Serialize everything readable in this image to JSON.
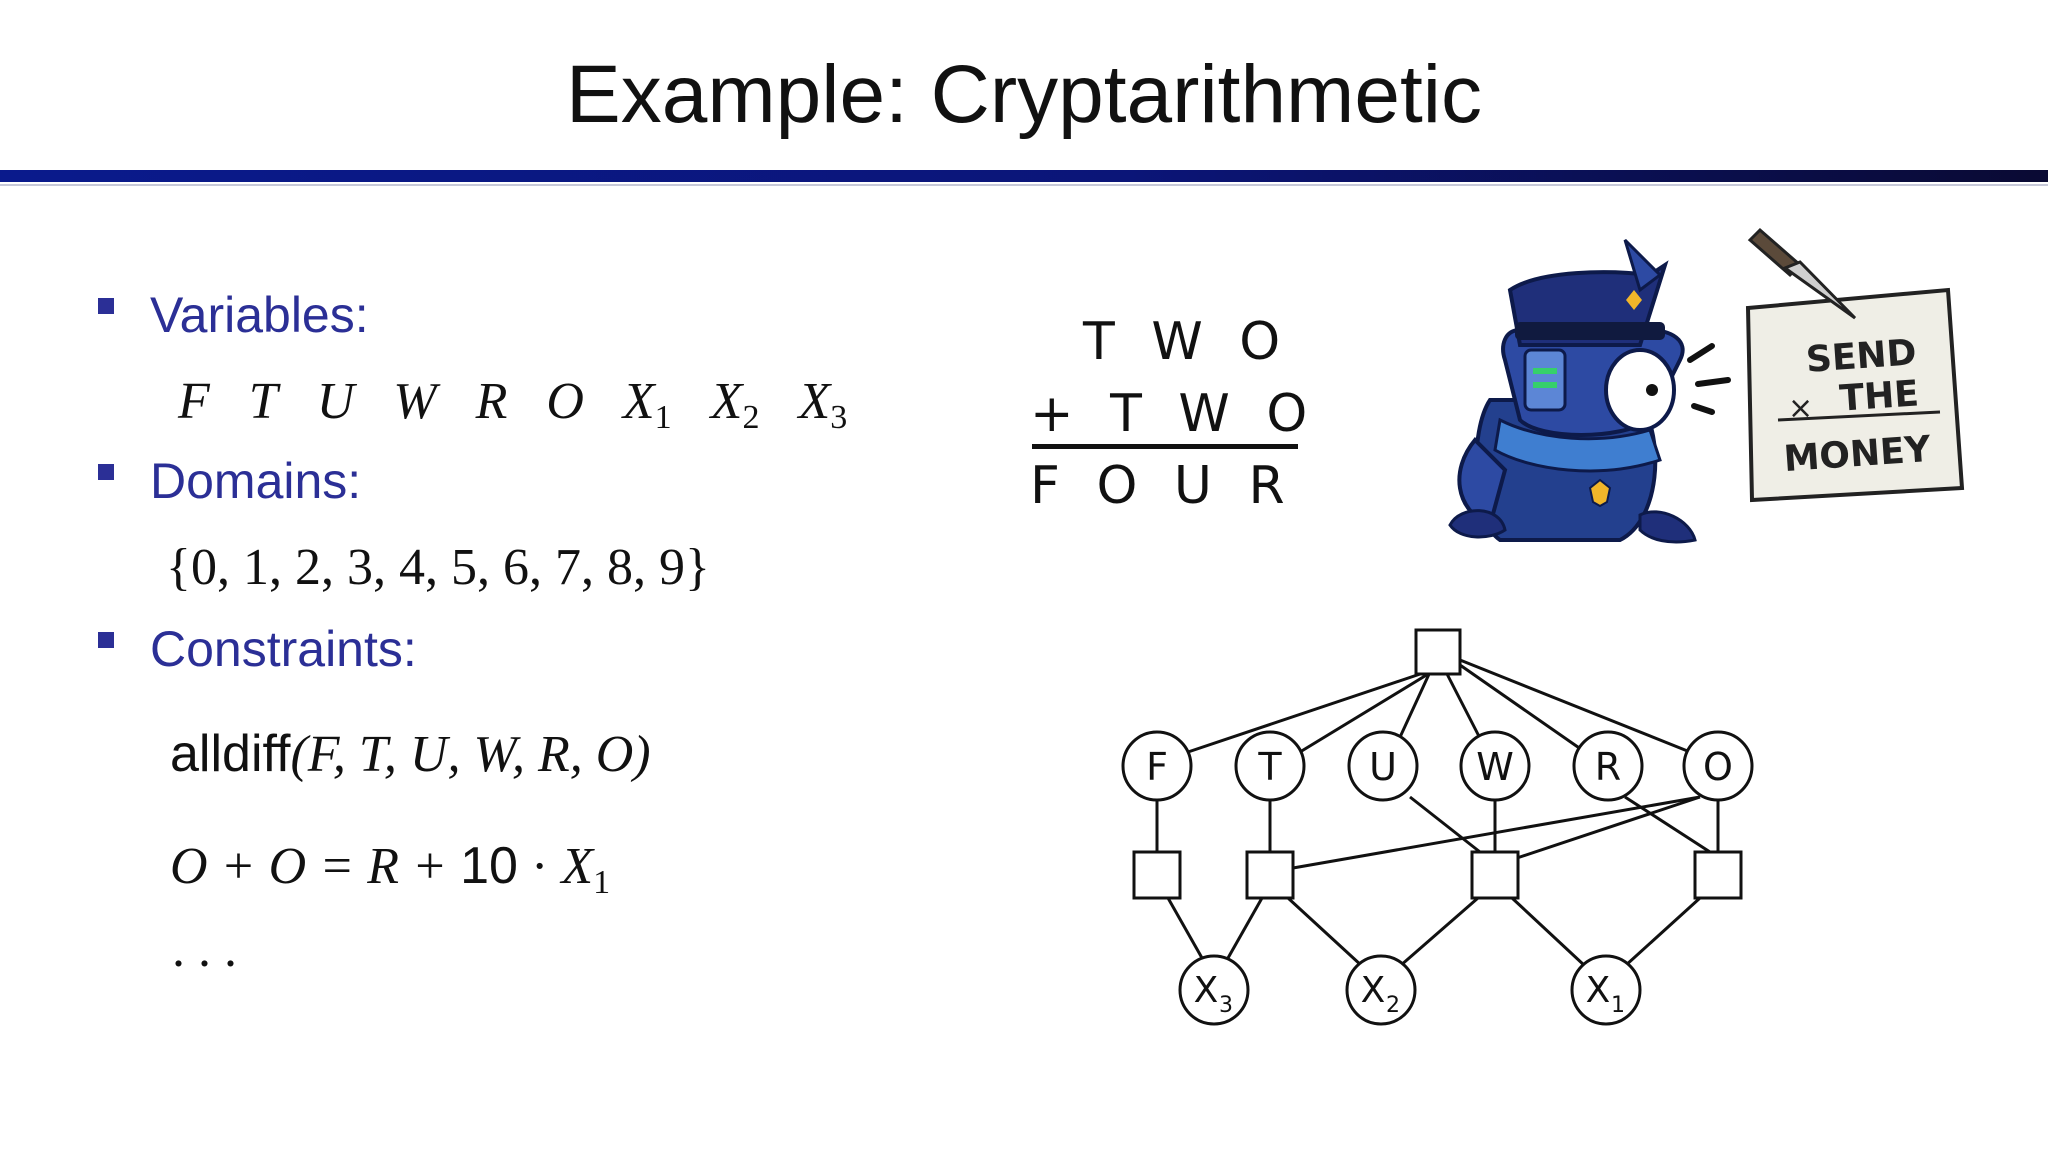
{
  "slide": {
    "title": "Example: Cryptarithmetic"
  },
  "left": {
    "variables_heading": "Variables:",
    "variables": [
      "F",
      "T",
      "U",
      "W",
      "R",
      "O"
    ],
    "aux_variables": [
      {
        "base": "X",
        "sub": "1"
      },
      {
        "base": "X",
        "sub": "2"
      },
      {
        "base": "X",
        "sub": "3"
      }
    ],
    "domains_heading": "Domains:",
    "domain": "{0, 1, 2, 3, 4, 5, 6, 7, 8, 9}",
    "constraints_heading": "Constraints:",
    "alldiff_func": "alldiff",
    "alldiff_args": "(F, T, U, W, R, O)",
    "eq_lhs": "O + O = R + ",
    "eq_ten": "10",
    "eq_dot": " · ",
    "eq_x": "X",
    "eq_sub": "1",
    "ellipsis": ". . ."
  },
  "puzzle": {
    "row1": "  T W O",
    "row2": "+ T W O",
    "row3": "F O U R"
  },
  "note": {
    "line1": "SEND",
    "line2": "THE",
    "line3": "MONEY",
    "mark": "×"
  },
  "graph": {
    "top_nodes": [
      "F",
      "T",
      "U",
      "W",
      "R",
      "O"
    ],
    "carry_nodes": [
      {
        "base": "X",
        "sub": "3"
      },
      {
        "base": "X",
        "sub": "2"
      },
      {
        "base": "X",
        "sub": "1"
      }
    ]
  }
}
